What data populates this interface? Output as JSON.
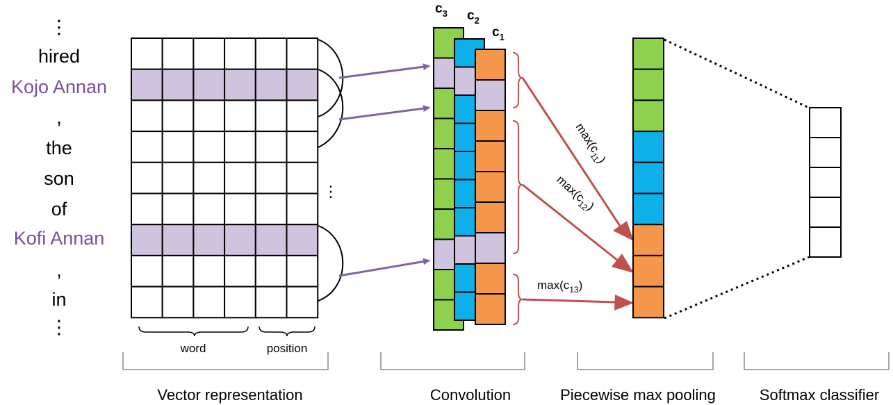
{
  "words": [
    {
      "text": "⋮",
      "entity": false
    },
    {
      "text": "hired",
      "entity": false
    },
    {
      "text": "Kojo Annan",
      "entity": true
    },
    {
      "text": ",",
      "entity": false
    },
    {
      "text": "the",
      "entity": false
    },
    {
      "text": "son",
      "entity": false
    },
    {
      "text": "of",
      "entity": false
    },
    {
      "text": "Kofi Annan",
      "entity": true
    },
    {
      "text": ",",
      "entity": false
    },
    {
      "text": "in",
      "entity": false
    },
    {
      "text": "⋮",
      "entity": false
    }
  ],
  "matrix": {
    "rows": 9,
    "cols": 6,
    "highlight_rows": [
      1,
      6
    ],
    "brace_labels": {
      "word": "word",
      "position": "position"
    },
    "ellipsis": "⋮"
  },
  "convolution": {
    "filters": [
      {
        "name": "c",
        "sub": "3"
      },
      {
        "name": "c",
        "sub": "2"
      },
      {
        "name": "c",
        "sub": "1"
      }
    ],
    "c3_cells": [
      "green",
      "lav",
      "green",
      "green",
      "green",
      "green",
      "green",
      "lav",
      "green",
      "green"
    ],
    "c2_cells": [
      "blue",
      "lav",
      "blue",
      "blue",
      "blue",
      "blue",
      "blue",
      "lav",
      "blue",
      "blue"
    ],
    "c1_cells": [
      "orange",
      "lav",
      "orange",
      "orange",
      "orange",
      "orange",
      "lav",
      "orange",
      "orange"
    ]
  },
  "pooling": {
    "cells": [
      "green",
      "green",
      "green",
      "blue",
      "blue",
      "blue",
      "orange",
      "orange",
      "orange"
    ],
    "labels": [
      {
        "base": "max(c",
        "sub": "11",
        "close": ")"
      },
      {
        "base": "max(c",
        "sub": "12",
        "close": ")"
      },
      {
        "base": "max(c",
        "sub": "13",
        "close": ")"
      }
    ]
  },
  "softmax": {
    "cells": 5
  },
  "captions": {
    "vector": "Vector representation",
    "convolution": "Convolution",
    "pooling": "Piecewise max pooling",
    "softmax": "Softmax classifier"
  },
  "colors": {
    "green": "#8fd14f",
    "blue": "#0fb0ea",
    "orange": "#f4974a",
    "lav": "#cfc3dd",
    "entity_text": "#7a4ea3",
    "arrow_purple": "#7e62aa",
    "arrow_red": "#c0504d"
  }
}
